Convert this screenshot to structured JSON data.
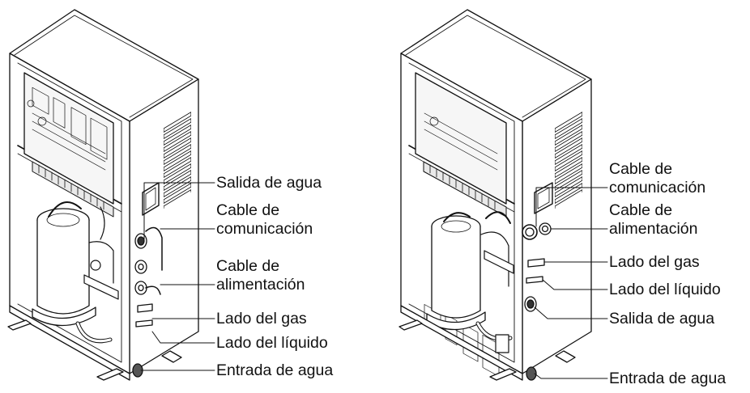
{
  "left_unit": {
    "callouts": [
      "Salida de agua",
      "Cable de",
      "comunicación",
      "Cable de",
      "alimentación",
      "Lado del gas",
      "Lado del líquido",
      "Entrada de agua"
    ]
  },
  "right_unit": {
    "callouts": [
      "Cable de",
      "comunicación",
      "Cable de",
      "alimentación",
      "Lado del gas",
      "Lado del líquido",
      "Salida de agua",
      "Entrada de agua"
    ]
  }
}
